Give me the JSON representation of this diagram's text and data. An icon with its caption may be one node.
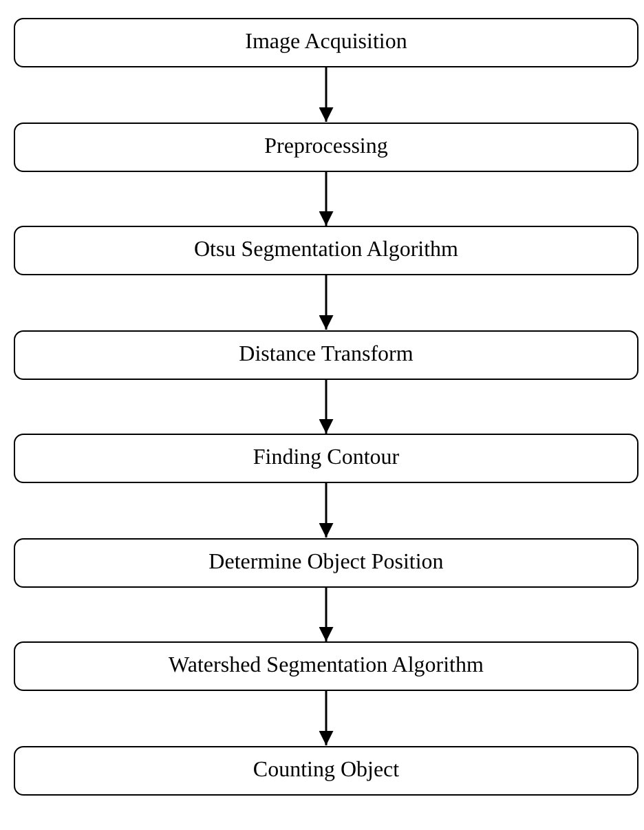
{
  "diagram": {
    "nodes": [
      {
        "text": [
          "Image Acquisition"
        ]
      },
      {
        "text": [
          "Preprocessing"
        ]
      },
      {
        "text": [
          "Otsu Segmentation Algorithm"
        ]
      },
      {
        "text": [
          "Distance Transform"
        ]
      },
      {
        "text": [
          "Finding Contour"
        ]
      },
      {
        "text": [
          "Determine Object Position"
        ]
      },
      {
        "text": [
          "Watershed Segmentation Algorithm"
        ]
      },
      {
        "text": [
          "Counting Object"
        ]
      }
    ],
    "edges": [
      {
        "from": 0,
        "to": 1,
        "arrow": "to"
      },
      {
        "from": 1,
        "to": 2,
        "arrow": "to"
      },
      {
        "from": 2,
        "to": 3,
        "arrow": "to"
      },
      {
        "from": 3,
        "to": 4,
        "arrow": "to"
      },
      {
        "from": 4,
        "to": 5,
        "arrow": "to"
      },
      {
        "from": 5,
        "to": 6,
        "arrow": "to"
      },
      {
        "from": 6,
        "to": 7,
        "arrow": "to"
      }
    ]
  }
}
